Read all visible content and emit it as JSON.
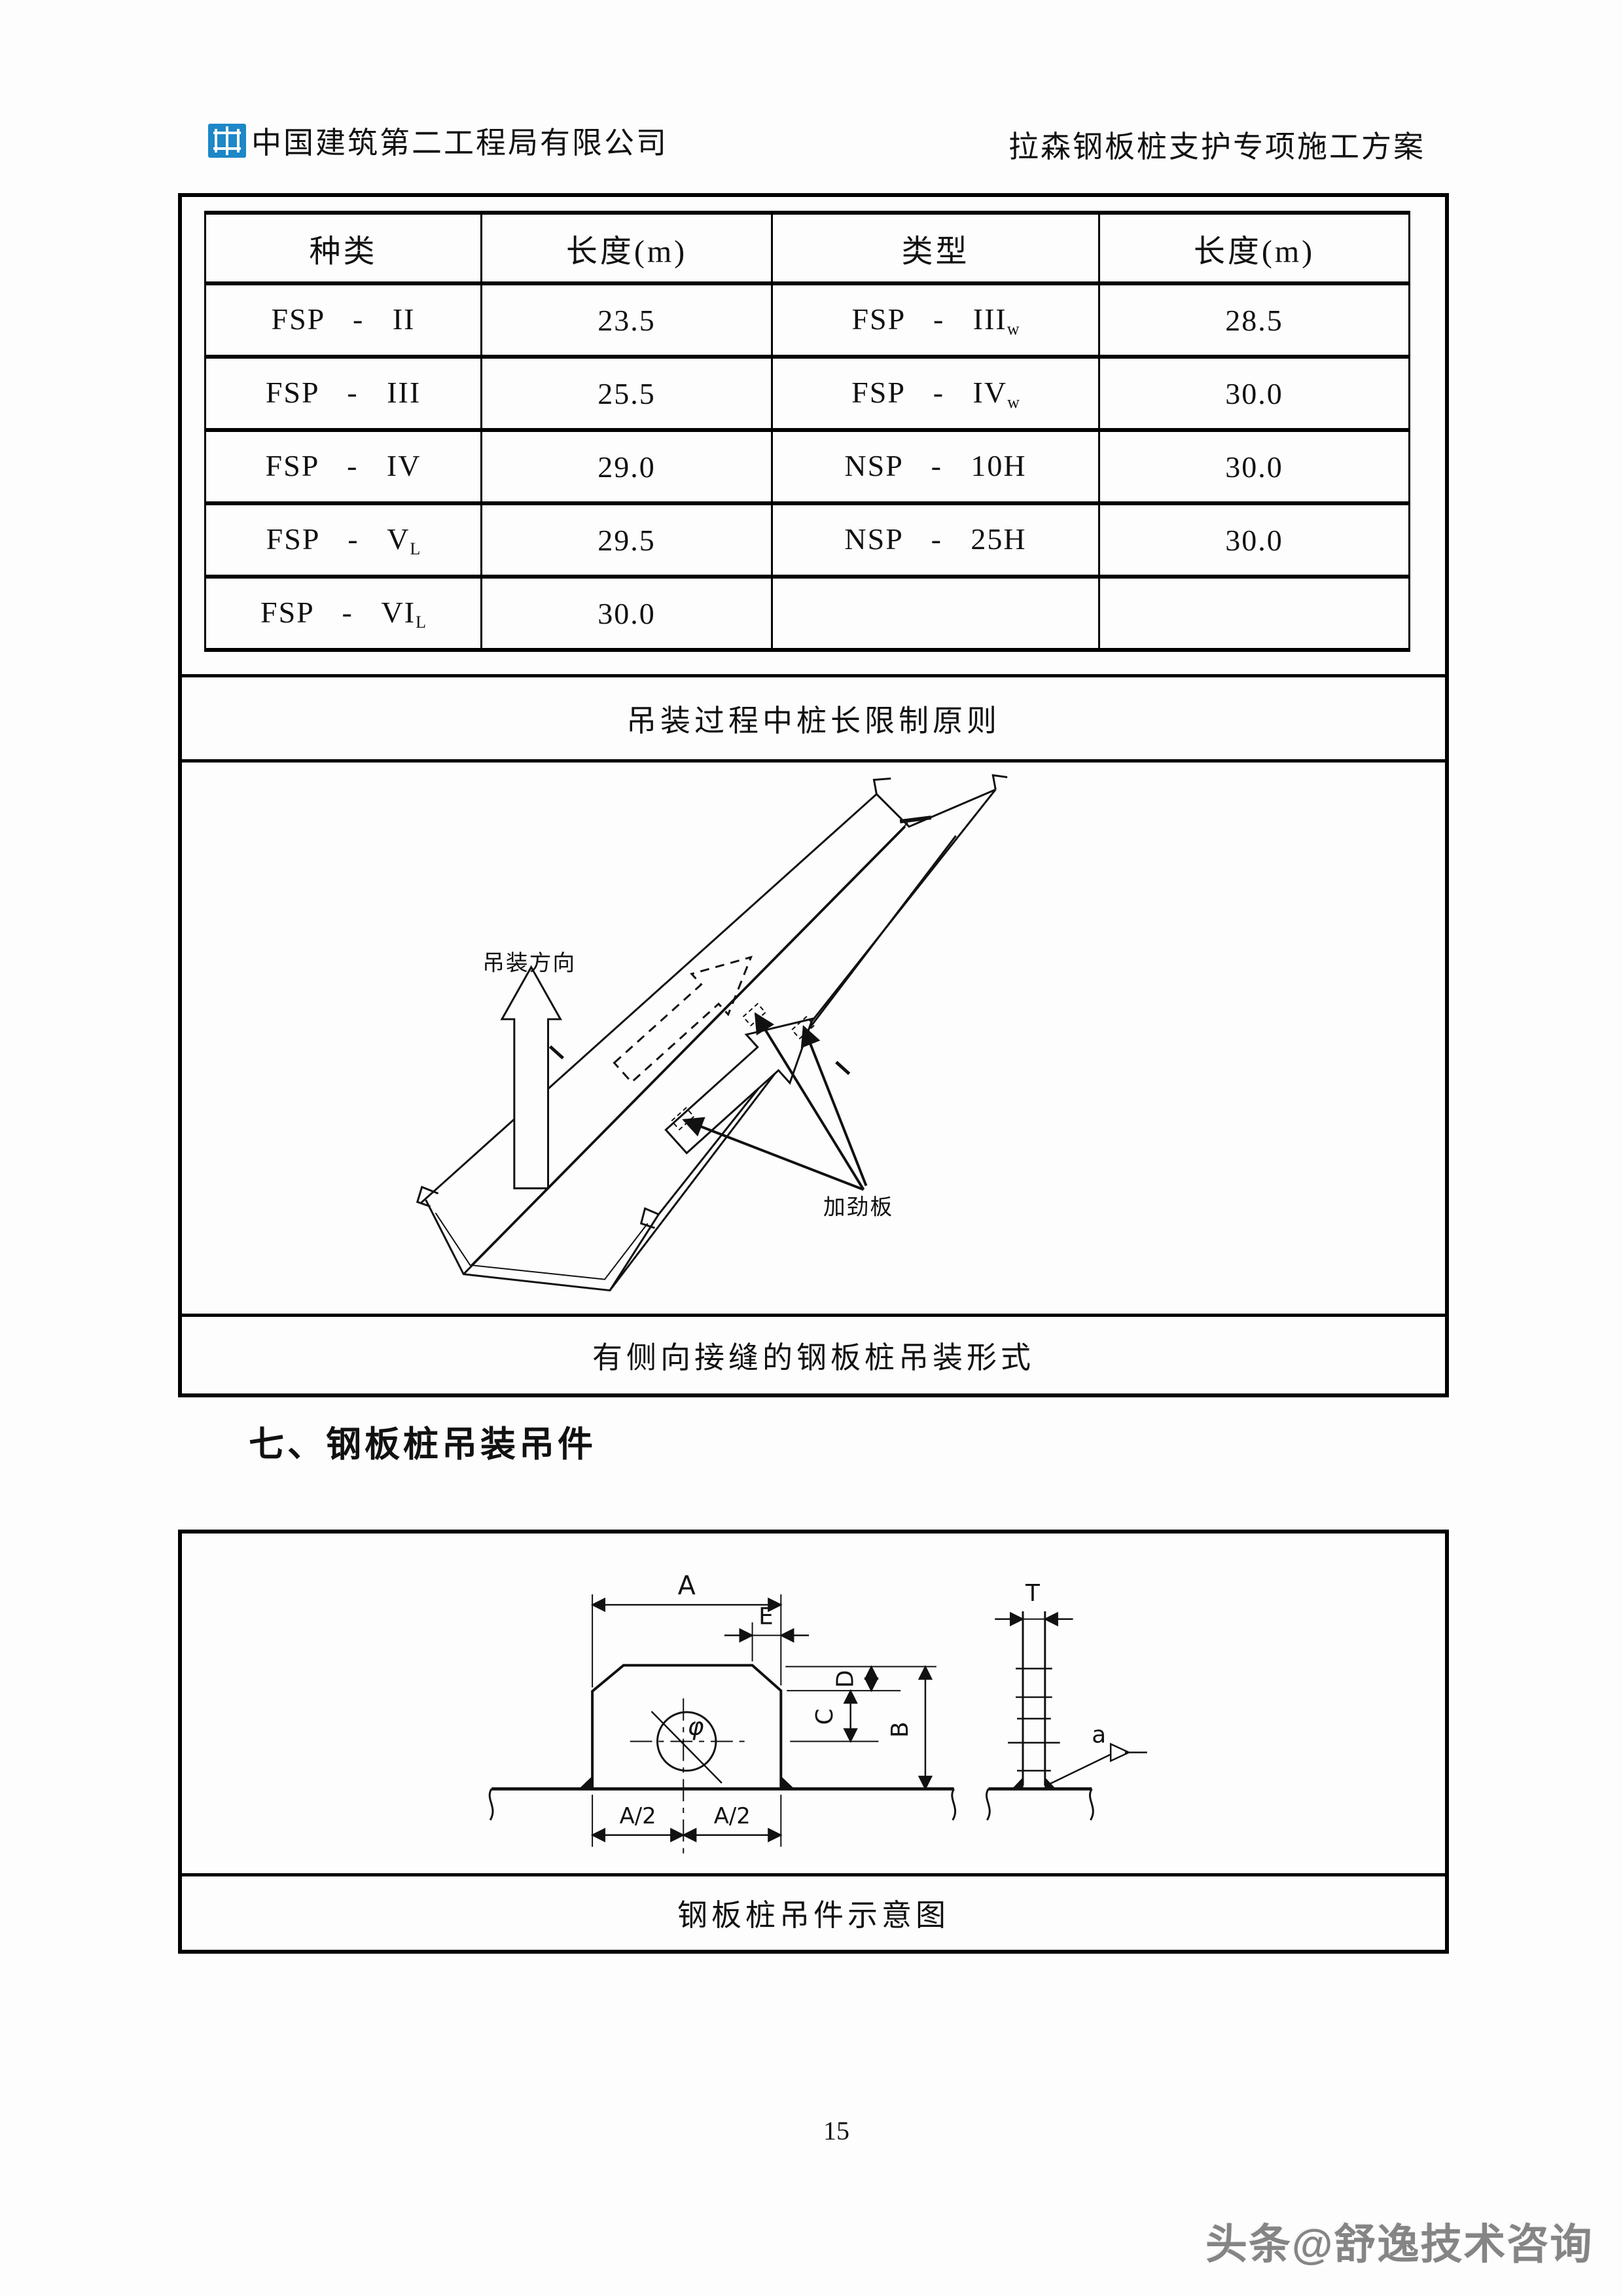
{
  "header": {
    "company_name": "中国建筑第二工程局有限公司",
    "doc_title": "拉森钢板桩支护专项施工方案"
  },
  "pile_table": {
    "headers": [
      "种类",
      "长度(m)",
      "类型",
      "长度(m)"
    ],
    "rows": [
      {
        "c0": {
          "t": "FSP - II",
          "s": ""
        },
        "c1": "23.5",
        "c2": {
          "t": "FSP - III",
          "s": "w"
        },
        "c3": "28.5"
      },
      {
        "c0": {
          "t": "FSP - III",
          "s": ""
        },
        "c1": "25.5",
        "c2": {
          "t": "FSP - IV",
          "s": "w"
        },
        "c3": "30.0"
      },
      {
        "c0": {
          "t": "FSP - IV",
          "s": ""
        },
        "c1": "29.0",
        "c2": {
          "t": "NSP - 10H",
          "s": ""
        },
        "c3": "30.0"
      },
      {
        "c0": {
          "t": "FSP - V",
          "s": "L"
        },
        "c1": "29.5",
        "c2": {
          "t": "NSP - 25H",
          "s": ""
        },
        "c3": "30.0"
      },
      {
        "c0": {
          "t": "FSP - VI",
          "s": "L"
        },
        "c1": "30.0",
        "c2": {
          "t": "",
          "s": ""
        },
        "c3": ""
      }
    ],
    "caption": "吊装过程中桩长限制原则"
  },
  "figure1": {
    "direction_label": "吊装方向",
    "stiffener_label": "加劲板",
    "caption": "有侧向接缝的钢板桩吊装形式"
  },
  "section_heading": "七、钢板桩吊装吊件",
  "figure2": {
    "dim_a": "A",
    "dim_e": "E",
    "dim_d": "D",
    "dim_c": "C",
    "dim_b": "B",
    "dim_t": "T",
    "dim_phi": "φ",
    "dim_half_left": "A/2",
    "dim_half_right": "A/2",
    "weld_label": "a",
    "caption": "钢板桩吊件示意图"
  },
  "footer": {
    "page_number": "15",
    "watermark": "头条@舒逸技术咨询"
  }
}
